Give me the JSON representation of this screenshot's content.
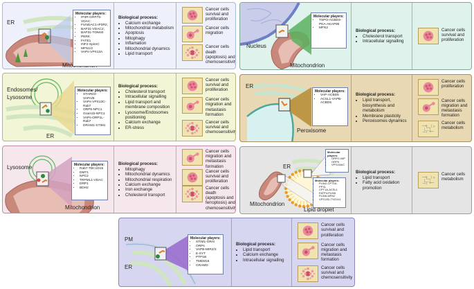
{
  "colors": {
    "p1_bg": "#eef1fb",
    "p1_border": "#a9b6dc",
    "p2_bg": "#dff2ec",
    "p2_border": "#7ea99a",
    "p3_bg": "#f2f5d6",
    "p3_border": "#b8b37a",
    "p4_bg": "#e8d8b4",
    "p4_border": "#a88f5e",
    "p5_bg": "#f6e7ed",
    "p5_border": "#c28aa9",
    "p6_bg": "#e5e5e5",
    "p6_border": "#9b9b9b",
    "p7_bg": "#d6d6f0",
    "p7_border": "#8c86bf"
  },
  "panels": [
    {
      "id": "er-mitochondrion",
      "labels": [
        "ER",
        "Mitochondrion"
      ],
      "molecular_title": "Molecular players:",
      "molecular": [
        "IP3R-GRP75-VDAC;",
        "FUNDAC1-IP3R2;",
        "BAP31-VDAC2;",
        "BAP31-TOM40",
        "PERK",
        "FATE1",
        "INF2-SpireC",
        "MFN1/2",
        "VAPs-VPS13A"
      ],
      "bio_title": "Biological process:",
      "bio": [
        "Calcium exchange",
        "Mitochondrial metabolism",
        "Apoptosis",
        "Mitophagy",
        "Inflamation",
        "Mitochondrial dynamics",
        "Lipid transport"
      ],
      "outcomes": [
        {
          "icon": "proliferation-cell-icon",
          "text": "Cancer cells survival and proliferation"
        },
        {
          "icon": "migration-cell-icon",
          "text": "Cancer cells migration"
        },
        {
          "icon": "death-cell-icon",
          "text": "Cancer cells death (apoptosis) and chemosensitivity"
        }
      ]
    },
    {
      "id": "nucleus-mitochondrion",
      "labels": [
        "Nucleus",
        "Mitochondrion"
      ],
      "molecular_title": "Molecular players:",
      "molecular": [
        "TSPO-ACBD3-PKA-AKAP95",
        "MFN2"
      ],
      "bio_title": "Biological process:",
      "bio": [
        "Cholesterol transport",
        "Intracellular signalling"
      ],
      "outcomes": [
        {
          "icon": "proliferation-cell-icon",
          "text": "Cancer cells survival and proliferation"
        }
      ]
    },
    {
      "id": "endosomes-lysosome-er",
      "labels": [
        "Endosomes/ Lysosome",
        "ER"
      ],
      "molecular_title": "Molecular players:",
      "molecular": [
        "STARD3-VAPA/B",
        "VAPs-VPS13C-Rab7",
        "ORP5-NPC1",
        "Gram1b-NPC1",
        "VAPs-ORP1L-Rab7",
        "DRAM1-STIM1"
      ],
      "bio_title": "Biological process:",
      "bio": [
        "Cholesterol transport",
        "Intracellular signalling",
        "Lipid transport and membrane composition",
        "Lysosome/Endosomes positioning",
        "Calcium exchange",
        "ER-stress"
      ],
      "outcomes": [
        {
          "icon": "proliferation-cell-icon",
          "text": "Cancer cells survival and proliferation"
        },
        {
          "icon": "migration-cell-icon",
          "text": "Cancer cells migration and metastasis formation"
        },
        {
          "icon": "death-cell-icon",
          "text": "Cancer cells survival and chemosensitivity"
        }
      ]
    },
    {
      "id": "er-peroxisome",
      "labels": [
        "ER",
        "Peroxisome"
      ],
      "molecular_title": "Molecular players:",
      "molecular": [
        "VAP-ACBD5",
        "ACSL1-VAPB-ACBD5"
      ],
      "bio_title": "Biological process:",
      "bio": [
        "Lipid transport, biosynthesis and metabolism",
        "Membrane plasticity",
        "Peroxisomes dynamics"
      ],
      "outcomes": [
        {
          "icon": "proliferation-cell-icon",
          "text": "Cancer cells proliferation"
        },
        {
          "icon": "migration-cell-icon",
          "text": "Cancer cells migration and metastasis formation"
        },
        {
          "icon": "metabolism-icon",
          "text": "Cancer cells metabolism"
        }
      ]
    },
    {
      "id": "lysosome-mitochondrion",
      "labels": [
        "Lysosome",
        "Mitochondrion"
      ],
      "molecular_title": "Molecular players:",
      "molecular": [
        "Rab7-TBC1D15",
        "DMT1",
        "NPC2",
        "TRPML1-VDAC",
        "DRP1",
        "BDH2"
      ],
      "bio_title": "Biological process:",
      "bio": [
        "Mitophagy",
        "Mitochondrial dynamics",
        "Mitochondrial respiration",
        "Calcium exchange",
        "Iron exchange",
        "Cholesterol transport"
      ],
      "outcomes": [
        {
          "icon": "migration-cell-icon",
          "text": "Cancer cells migration and metastasis formation"
        },
        {
          "icon": "proliferation-cell-icon",
          "text": "Cancer cells survival and proliferation"
        },
        {
          "icon": "death-cell-icon",
          "text": "Cancer cells death (apoptosis and ferroptosis) and chemosensitivity"
        }
      ]
    },
    {
      "id": "er-lipid-droplet-mitochondrion",
      "labels": [
        "ER",
        "Mitochondrion",
        "Lipid droplet"
      ],
      "molecular_title": "Molecular players:",
      "molecular": [
        "ORP2-VAP",
        "ORP5",
        "VPS13A/C"
      ],
      "molecular2_title": "Molecular players:",
      "molecular2": [
        "PLIN2-CPT1A-PPXL",
        "CPT1A-ACSL1",
        "FATP4-PLIN5",
        "PLIN5-MFN2",
        "VPS13D-TSG101"
      ],
      "bio_title": "Biological process:",
      "bio": [
        "Lipid transport",
        "Fatty acid oxidation promotion"
      ],
      "outcomes": [
        {
          "icon": "metabolism-icon",
          "text": "Cancer cells metabolism"
        }
      ]
    },
    {
      "id": "pm-er",
      "labels": [
        "PM",
        "ER"
      ],
      "molecular_title": "Molecular players:",
      "molecular": [
        "STIM1-ORAI",
        "ORPs",
        "VAPB-MIR2/3",
        "E-SYT",
        "PTP1B",
        "TMEM16",
        "GRAMD"
      ],
      "bio_title": "Biological process:",
      "bio": [
        "Lipid transport",
        "Calcium exchange",
        "Intracellular signalling"
      ],
      "outcomes": [
        {
          "icon": "proliferation-cell-icon",
          "text": "Cancer cells survival and proliferation"
        },
        {
          "icon": "migration-cell-icon",
          "text": "Cancer cells migration and metastasis formation"
        },
        {
          "icon": "death-cell-icon",
          "text": "Cancer cells survival and chemosensitivity"
        }
      ]
    }
  ]
}
